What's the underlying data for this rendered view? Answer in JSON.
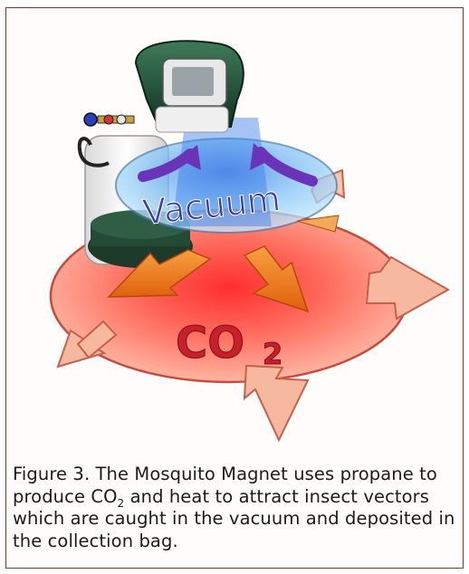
{
  "figure": {
    "diagram_labels": {
      "vacuum": "Vacuum",
      "co2_main": "CO",
      "co2_sub": "2"
    },
    "caption": {
      "part1": "Figure 3. The Mosquito Magnet uses propane to produce CO",
      "sub": "2",
      "part2": " and heat to attract insect vectors which are caught in the vacuum and deposited in the collection bag."
    },
    "colors": {
      "frame_border": "#7a3a2a",
      "co2_glow": "#ff5a5a",
      "vacuum_glow": "#8fd0ff",
      "arrow_orange": "#f07a1a",
      "arrow_purple": "#6a34b8",
      "arrow_pink": "#f6b9a0",
      "co2_text": "#c8202a",
      "vacuum_text": "#3b3ea8",
      "device_green": "#1f4a33"
    }
  }
}
